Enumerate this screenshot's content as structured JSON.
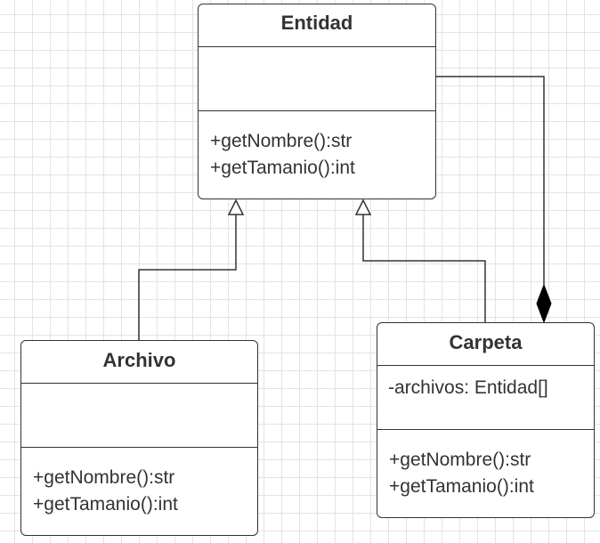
{
  "classes": {
    "entidad": {
      "name": "Entidad",
      "attributes": [],
      "methods": [
        "+getNombre():str",
        "+getTamanio():int"
      ]
    },
    "archivo": {
      "name": "Archivo",
      "attributes": [],
      "methods": [
        "+getNombre():str",
        "+getTamanio():int"
      ]
    },
    "carpeta": {
      "name": "Carpeta",
      "attributes": [
        "-archivos: Entidad[]"
      ],
      "methods": [
        "+getNombre():str",
        "+getTamanio():int"
      ]
    }
  },
  "relationships": [
    {
      "type": "generalization",
      "from": "Archivo",
      "to": "Entidad"
    },
    {
      "type": "generalization",
      "from": "Carpeta",
      "to": "Entidad"
    },
    {
      "type": "composition",
      "whole": "Carpeta",
      "part": "Entidad"
    }
  ]
}
